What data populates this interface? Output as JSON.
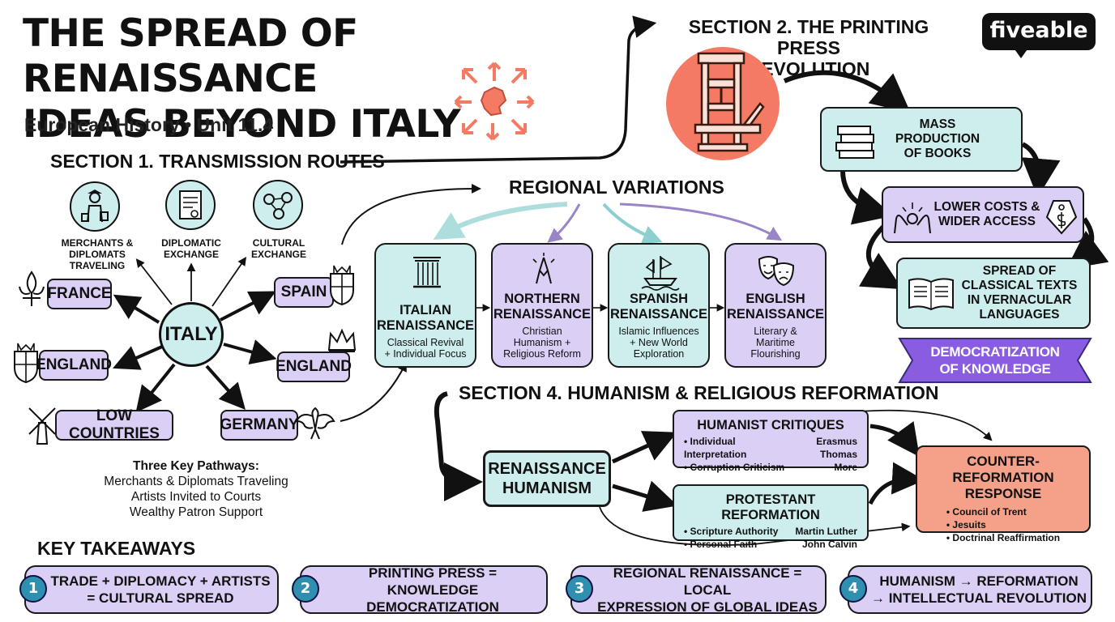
{
  "title": {
    "line1": "THE SPREAD OF RENAISSANCE",
    "line2": "IDEAS BEYOND ITALY"
  },
  "subtitle": "European History • Unit 11.4",
  "brand": "fiveable",
  "section1": {
    "heading": "SECTION 1. TRANSMISSION ROUTES",
    "center": "ITALY",
    "exchange_labels": [
      {
        "line1": "MERCHANTS &",
        "line2": "DIPLOMATS",
        "line3": "TRAVELING"
      },
      {
        "line1": "DIPLOMATIC",
        "line2": "EXCHANGE"
      },
      {
        "line1": "CULTURAL",
        "line2": "EXCHANGE"
      }
    ],
    "destinations": [
      "FRANCE",
      "SPAIN",
      "ENGLAND",
      "ENGLAND",
      "LOW COUNTRIES",
      "GERMANY"
    ],
    "pathways": {
      "heading": "Three Key Pathways:",
      "items": [
        "Merchants & Diplomats Traveling",
        "Artists Invited to Courts",
        "Wealthy Patron Support"
      ]
    }
  },
  "regional": {
    "heading": "REGIONAL VARIATIONS",
    "cards": [
      {
        "t1": "ITALIAN",
        "t2": "RENAISSANCE",
        "d1": "Classical Revival",
        "d2": "+ Individual Focus",
        "d3": ""
      },
      {
        "t1": "NORTHERN",
        "t2": "RENAISSANCE",
        "d1": "Christian",
        "d2": "Humanism +",
        "d3": "Religious Reform"
      },
      {
        "t1": "SPANISH",
        "t2": "RENAISSANCE",
        "d1": "Islamic Influences",
        "d2": "+ New World",
        "d3": "Exploration"
      },
      {
        "t1": "ENGLISH",
        "t2": "RENAISSANCE",
        "d1": "Literary &",
        "d2": "Maritime",
        "d3": "Flourishing"
      }
    ]
  },
  "section2": {
    "heading1": "SECTION 2. THE PRINTING PRESS",
    "heading2": "REVOLUTION",
    "steps": [
      {
        "l1": "MASS",
        "l2": "PRODUCTION",
        "l3": "OF BOOKS"
      },
      {
        "l1": "LOWER COSTS &",
        "l2": "WIDER ACCESS",
        "l3": ""
      },
      {
        "l1": "SPREAD OF",
        "l2": "CLASSICAL TEXTS",
        "l3": "IN VERNACULAR",
        "l4": "LANGUAGES"
      }
    ],
    "banner": {
      "l1": "DEMOCRATIZATION",
      "l2": "OF KNOWLEDGE"
    }
  },
  "section4": {
    "heading": "SECTION 4. HUMANISM & RELIGIOUS REFORMATION",
    "source": {
      "l1": "RENAISSANCE",
      "l2": "HUMANISM"
    },
    "critiques": {
      "title": "HUMANIST CRITIQUES",
      "left": [
        "• Individual Interpretation",
        "• Corruption Criticism"
      ],
      "right": [
        "Erasmus",
        "Thomas More"
      ]
    },
    "reformation": {
      "title": "PROTESTANT REFORMATION",
      "left": [
        "• Scripture Authority",
        "• Personal Faith"
      ],
      "right": [
        "Martin Luther",
        "John Calvin"
      ]
    },
    "counter": {
      "t1": "COUNTER-REFORMATION",
      "t2": "RESPONSE",
      "items": [
        "• Council of Trent",
        "• Jesuits",
        "• Doctrinal Reaffirmation"
      ]
    }
  },
  "takeaways": {
    "heading": "KEY TAKEAWAYS",
    "items": [
      {
        "n": "1",
        "l1": "TRADE + DIPLOMACY + ARTISTS",
        "l2": "= CULTURAL SPREAD"
      },
      {
        "n": "2",
        "l1": "PRINTING PRESS =",
        "l2": "KNOWLEDGE DEMOCRATIZATION"
      },
      {
        "n": "3",
        "l1": "REGIONAL RENAISSANCE = LOCAL",
        "l2": "EXPRESSION OF GLOBAL IDEAS"
      },
      {
        "n": "4",
        "l1": "HUMANISM → REFORMATION",
        "l2": "→ INTELLECTUAL REVOLUTION"
      }
    ]
  },
  "colors": {
    "lavender": "#dccff5",
    "teal": "#cdeeed",
    "coral": "#f5a089",
    "banner": "#8a5ce0",
    "accent_blue": "#2e8fb0"
  },
  "icons": [
    "italy-map-burst-icon",
    "merchant-icon",
    "scroll-icon",
    "network-icon",
    "fleur-de-lis-icon",
    "spain-crest-icon",
    "england-crest-icon",
    "crown-icon",
    "windmill-icon",
    "eagle-icon",
    "column-icon",
    "praying-hands-icon",
    "ship-icon",
    "theatre-masks-icon",
    "printing-press-icon",
    "books-icon",
    "hands-light-icon",
    "price-tag-icon",
    "open-book-icon"
  ]
}
